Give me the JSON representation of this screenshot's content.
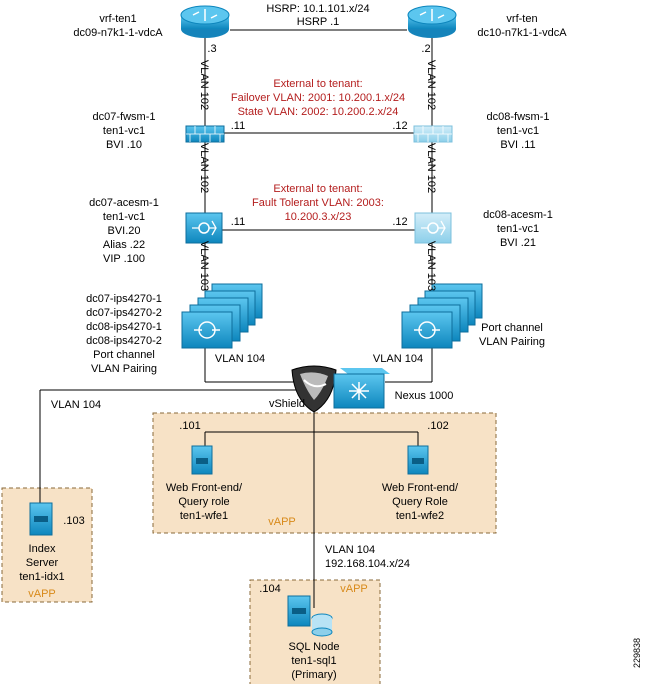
{
  "routers": {
    "left": {
      "line1": "vrf-ten1",
      "line2": "dc09-n7k1-1-vdcA",
      "ip": ".3"
    },
    "right": {
      "line1": "vrf-ten",
      "line2": "dc10-n7k1-1-vdcA",
      "ip": ".2"
    },
    "hsrp_line1": "HSRP: 10.1.101.x/24",
    "hsrp_line2": "HSRP .1"
  },
  "vlan_labels": {
    "left_top": "VLAN 102",
    "left_mid": "VLAN 102",
    "left_low": "VLAN 103",
    "right_top": "VLAN 102",
    "right_mid": "VLAN 102",
    "right_low": "VLAN 103",
    "left_ips": "VLAN 104",
    "right_ips": "VLAN 104",
    "far_left": "VLAN 104",
    "bottom": "VLAN 104",
    "bottom_subnet": "192.168.104.x/24"
  },
  "fwsm_note": {
    "line1": "External to tenant:",
    "line2": "Failover VLAN: 2001: 10.200.1.x/24",
    "line3": "State VLAN: 2002: 10.200.2.x/24"
  },
  "fwsm": {
    "left": {
      "line1": "dc07-fwsm-1",
      "line2": "ten1-vc1",
      "line3": "BVI .10",
      "ip": ".11"
    },
    "right": {
      "line1": "dc08-fwsm-1",
      "line2": "ten1-vc1",
      "line3": "BVI .11",
      "ip": ".12"
    }
  },
  "ace_note": {
    "line1": "External to tenant:",
    "line2": "Fault Tolerant VLAN: 2003:",
    "line3": "10.200.3.x/23"
  },
  "ace": {
    "left": {
      "line1": "dc07-acesm-1",
      "line2": "ten1-vc1",
      "line3": "BVI.20",
      "line4": "Alias .22",
      "line5": "VIP .100",
      "ip": ".11"
    },
    "right": {
      "line1": "dc08-acesm-1",
      "line2": "ten1-vc1",
      "line3": "BVI .21",
      "ip": ".12"
    }
  },
  "ips": {
    "left": {
      "line1": "dc07-ips4270-1",
      "line2": "dc07-ips4270-2",
      "line3": "dc08-ips4270-1",
      "line4": "dc08-ips4270-2",
      "line5": "Port channel",
      "line6": "VLAN Pairing"
    },
    "right": {
      "line1": "Port channel",
      "line2": "VLAN Pairing"
    }
  },
  "vshield": "vShield",
  "nexus": "Nexus 1000",
  "web_vapp": {
    "left": {
      "ip": ".101",
      "line1": "Web Front-end/",
      "line2": "Query role",
      "line3": "ten1-wfe1"
    },
    "right": {
      "ip": ".102",
      "line1": "Web Front-end/",
      "line2": "Query Role",
      "line3": "ten1-wfe2"
    },
    "label": "vAPP"
  },
  "index_vapp": {
    "ip": ".103",
    "line1": "Index",
    "line2": "Server",
    "line3": "ten1-idx1",
    "label": "vAPP"
  },
  "sql_vapp": {
    "ip": ".104",
    "line1": "SQL Node",
    "line2": "ten1-sql1",
    "line3": "(Primary)",
    "label": "vAPP"
  },
  "figure_id": "229838",
  "colors": {
    "device": "#1a9fd4",
    "device_light": "#a8dcf0",
    "vapp_fill": "#f7e2c6",
    "note_red": "#b41e1e",
    "vapp_label": "#d88a1a"
  }
}
